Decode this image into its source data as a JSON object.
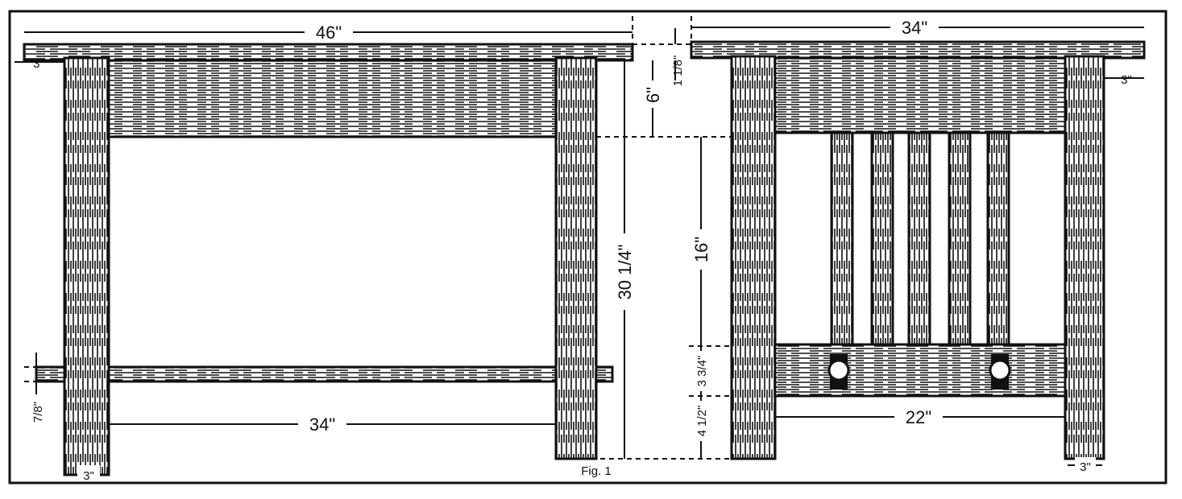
{
  "figure": {
    "caption": "Fig. 1",
    "ink_color": "#111111",
    "paper_color": "#ffffff"
  },
  "dimensions": {
    "overall_length": "46\"",
    "overall_width": "34\"",
    "top_overhang_left": "3\"",
    "top_overhang_right": "3\"",
    "top_thickness": "1 1/8\"",
    "apron_height": "6\"",
    "total_height": "30 1/4\"",
    "slat_height": "16\"",
    "lower_rail_height": "3 3/4\"",
    "lower_rail_clearance": "4 1/2\"",
    "stretcher_thickness": "7/8\"",
    "inner_length": "34\"",
    "inner_width": "22\"",
    "leg_width_left": "3\"",
    "leg_width_right": "3\""
  }
}
